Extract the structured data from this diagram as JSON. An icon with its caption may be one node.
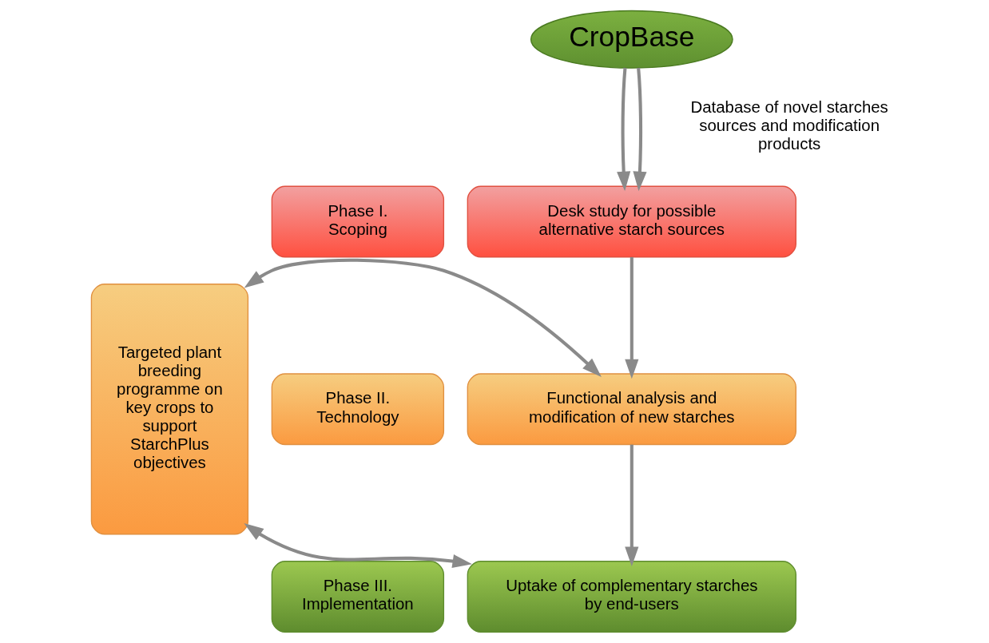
{
  "diagram": {
    "nodes": [
      {
        "text": [
          "CropBase"
        ]
      },
      {
        "text": [
          "Phase I. Scoping"
        ]
      },
      {
        "text": [
          "Desk study for possible alternative starch sources"
        ]
      },
      {
        "text": [
          "Phase II. Technology"
        ]
      },
      {
        "text": [
          "Functional analysis and modification of new starches"
        ]
      },
      {
        "text": [
          "Targeted plant breeding programme on key crops to support StarchPlus objectives"
        ]
      },
      {
        "text": [
          "Phase III. Implementation"
        ]
      },
      {
        "text": [
          "Uptake of complementary starches by end-users"
        ]
      }
    ],
    "edges": [
      {
        "from": 0,
        "to": 2,
        "arrow": "to"
      },
      {
        "from": 0,
        "to": 2,
        "arrow": "to"
      },
      {
        "from": 2,
        "to": 4,
        "arrow": "to"
      },
      {
        "from": 4,
        "to": 5,
        "arrow": "both"
      },
      {
        "from": 4,
        "to": 7,
        "arrow": "to"
      },
      {
        "from": 7,
        "to": 5,
        "arrow": "both"
      }
    ],
    "labels": [
      "Database of novel starches sources and modification products"
    ]
  }
}
